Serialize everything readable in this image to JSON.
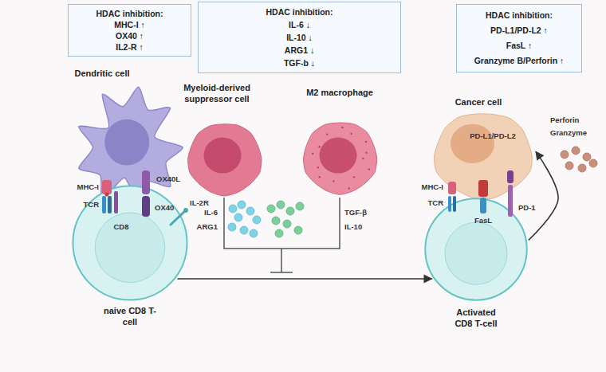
{
  "diagram": {
    "nodes": [
      {
        "text": [
          "HDAC inhibition:",
          "MHC-I ↑",
          "OX40 ↑",
          "IL2-R ↑"
        ]
      },
      {
        "text": [
          "HDAC inhibition:",
          "IL-6 ↓",
          "IL-10 ↓",
          "ARG1 ↓",
          "TGF-b ↓"
        ]
      },
      {
        "text": [
          "HDAC inhibition:",
          "PD-L1/PD-L2 ↑",
          "FasL ↑",
          "Granzyme B/Perforin ↑"
        ]
      },
      {
        "text": [
          "Dendritic cell"
        ]
      },
      {
        "text": [
          "Myeloid-derived suppressor cell"
        ]
      },
      {
        "text": [
          "M2 macrophage"
        ]
      },
      {
        "text": [
          "Cancer cell"
        ]
      },
      {
        "text": [
          "naive CD8 T-cell"
        ]
      },
      {
        "text": [
          "Activated CD8 T-cell"
        ]
      }
    ],
    "edges": [
      {
        "from": 7,
        "to": 8,
        "arrow": "to"
      },
      {
        "from": 8,
        "to": 6,
        "arrow": "to"
      }
    ],
    "labels": [
      "MHC-I",
      "TCR",
      "CD8",
      "OX40L",
      "OX40",
      "IL-2R",
      "IL-6",
      "ARG1",
      "TGF-β",
      "IL-10",
      "PD-L1/PD-L2",
      "MHC-I",
      "TCR",
      "FasL",
      "PD-1",
      "Perforin",
      "Granzyme"
    ]
  }
}
